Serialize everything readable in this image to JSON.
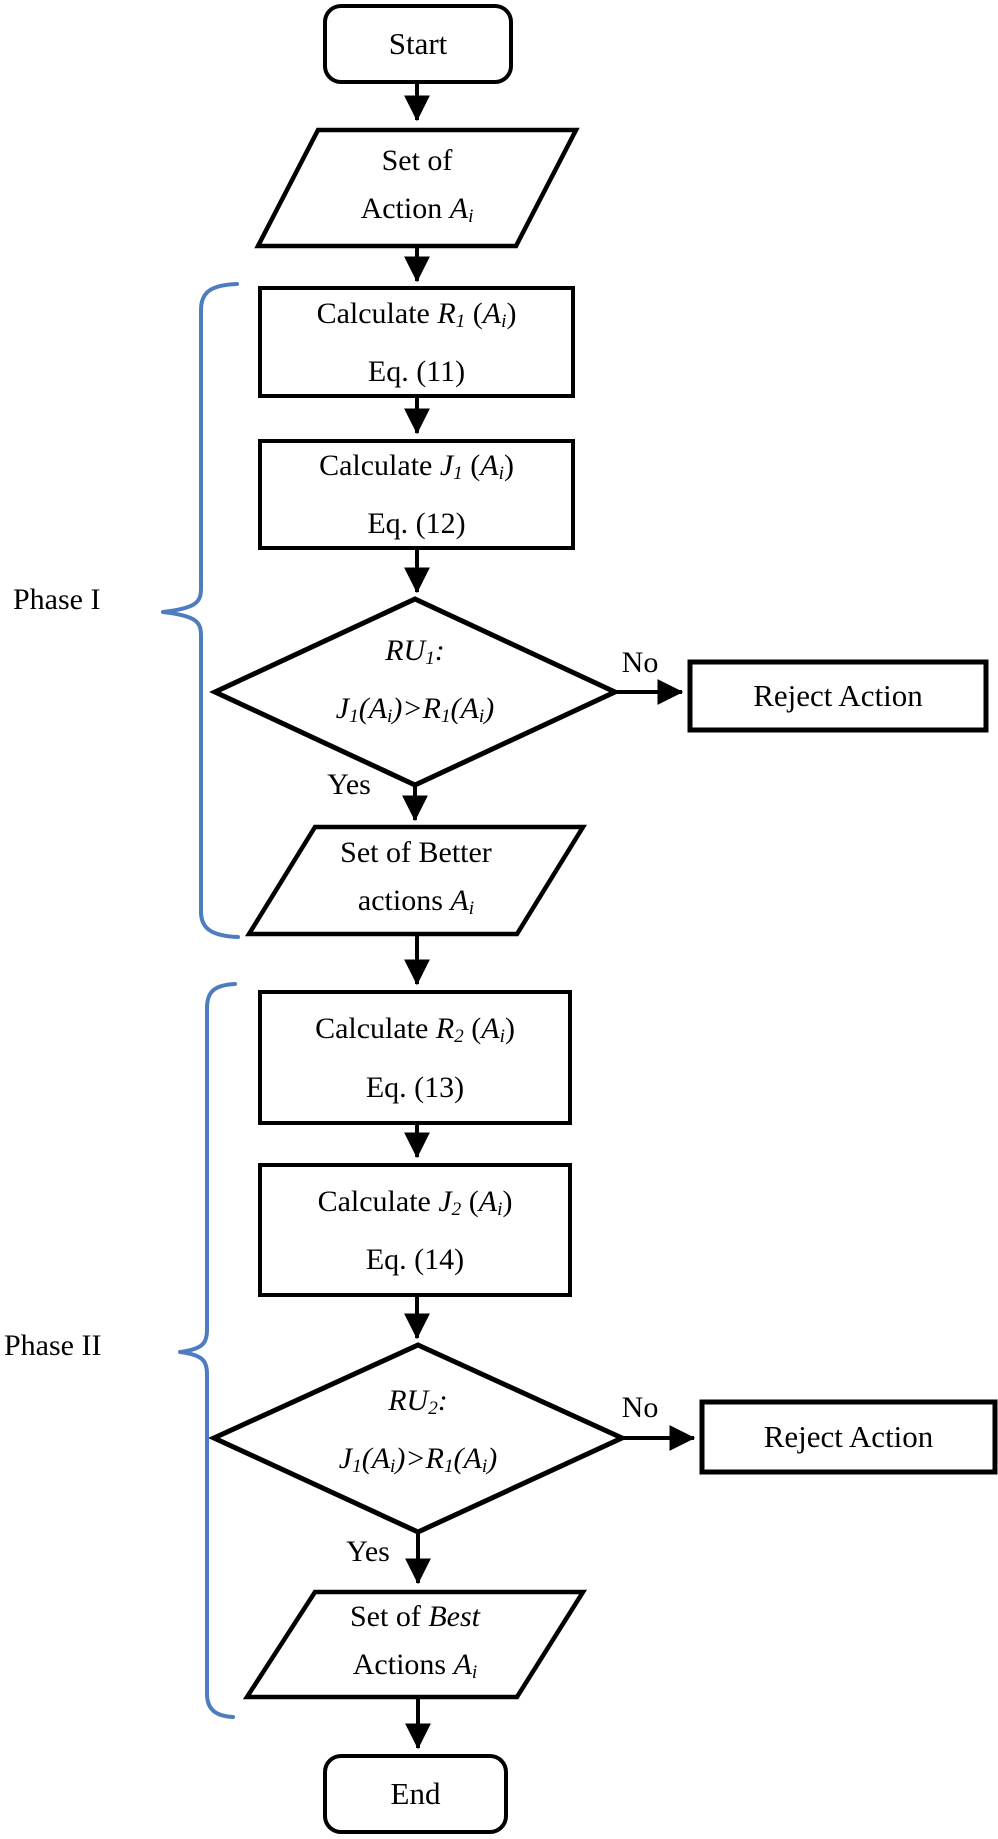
{
  "colors": {
    "stroke": "#000000",
    "brace": "#4d7dbf",
    "text": "#000000",
    "background": "#ffffff"
  },
  "phases": {
    "phase1_label": "Phase I",
    "phase2_label": "Phase II"
  },
  "nodes": {
    "start": {
      "label": "Start"
    },
    "input_actions": {
      "line1": "Set of",
      "line2": [
        {
          "t": "Action "
        },
        {
          "t": "A",
          "i": 1
        },
        {
          "t": "i",
          "i": 1,
          "s": 1
        }
      ]
    },
    "calc_r1": {
      "line1": [
        {
          "t": "Calculate "
        },
        {
          "t": "R",
          "i": 1
        },
        {
          "t": "1",
          "i": 1,
          "s": 1
        },
        {
          "t": " ("
        },
        {
          "t": "A",
          "i": 1
        },
        {
          "t": "i",
          "i": 1,
          "s": 1
        },
        {
          "t": ")"
        }
      ],
      "line2": "Eq. (11)"
    },
    "calc_j1": {
      "line1": [
        {
          "t": "Calculate "
        },
        {
          "t": "J",
          "i": 1
        },
        {
          "t": "1",
          "i": 1,
          "s": 1
        },
        {
          "t": " ("
        },
        {
          "t": "A",
          "i": 1
        },
        {
          "t": "i",
          "i": 1,
          "s": 1
        },
        {
          "t": ")"
        }
      ],
      "line2": "Eq. (12)"
    },
    "decision1": {
      "line1": [
        {
          "t": "RU",
          "i": 1
        },
        {
          "t": "1",
          "i": 1,
          "s": 1
        },
        {
          "t": ":",
          "i": 1
        }
      ],
      "line2": [
        {
          "t": "J",
          "i": 1
        },
        {
          "t": "1",
          "i": 1,
          "s": 1
        },
        {
          "t": "(",
          "i": 1
        },
        {
          "t": "A",
          "i": 1
        },
        {
          "t": "i",
          "i": 1,
          "s": 1
        },
        {
          "t": ")>",
          "i": 1
        },
        {
          "t": "R",
          "i": 1
        },
        {
          "t": "1",
          "i": 1,
          "s": 1
        },
        {
          "t": "(",
          "i": 1
        },
        {
          "t": "A",
          "i": 1
        },
        {
          "t": "i",
          "i": 1,
          "s": 1
        },
        {
          "t": ")",
          "i": 1
        }
      ],
      "no_label": "No",
      "yes_label": "Yes"
    },
    "reject1": {
      "label": "Reject Action"
    },
    "better_actions": {
      "line1": "Set of Better",
      "line2": [
        {
          "t": "actions "
        },
        {
          "t": "A",
          "i": 1
        },
        {
          "t": "i",
          "i": 1,
          "s": 1
        }
      ]
    },
    "calc_r2": {
      "line1": [
        {
          "t": "Calculate "
        },
        {
          "t": "R",
          "i": 1
        },
        {
          "t": "2",
          "i": 1,
          "s": 1
        },
        {
          "t": " ("
        },
        {
          "t": "A",
          "i": 1
        },
        {
          "t": "i",
          "i": 1,
          "s": 1
        },
        {
          "t": ")"
        }
      ],
      "line2": "Eq. (13)"
    },
    "calc_j2": {
      "line1": [
        {
          "t": "Calculate "
        },
        {
          "t": "J",
          "i": 1
        },
        {
          "t": "2",
          "i": 1,
          "s": 1
        },
        {
          "t": " ("
        },
        {
          "t": "A",
          "i": 1
        },
        {
          "t": "i",
          "i": 1,
          "s": 1
        },
        {
          "t": ")"
        }
      ],
      "line2": "Eq. (14)"
    },
    "decision2": {
      "line1": [
        {
          "t": "RU",
          "i": 1
        },
        {
          "t": "2",
          "i": 1,
          "s": 1
        },
        {
          "t": ":",
          "i": 1
        }
      ],
      "line2": [
        {
          "t": "J",
          "i": 1
        },
        {
          "t": "1",
          "i": 1,
          "s": 1
        },
        {
          "t": "(",
          "i": 1
        },
        {
          "t": "A",
          "i": 1
        },
        {
          "t": "i",
          "i": 1,
          "s": 1
        },
        {
          "t": ")>",
          "i": 1
        },
        {
          "t": "R",
          "i": 1
        },
        {
          "t": "1",
          "i": 1,
          "s": 1
        },
        {
          "t": "(",
          "i": 1
        },
        {
          "t": "A",
          "i": 1
        },
        {
          "t": "i",
          "i": 1,
          "s": 1
        },
        {
          "t": ")",
          "i": 1
        }
      ],
      "no_label": "No",
      "yes_label": "Yes"
    },
    "reject2": {
      "label": "Reject Action"
    },
    "best_actions": {
      "line1": [
        {
          "t": "Set of "
        },
        {
          "t": "Best",
          "i": 1
        }
      ],
      "line2": [
        {
          "t": "Actions "
        },
        {
          "t": "A",
          "i": 1
        },
        {
          "t": "i",
          "i": 1,
          "s": 1
        }
      ]
    },
    "end": {
      "label": "End"
    }
  }
}
